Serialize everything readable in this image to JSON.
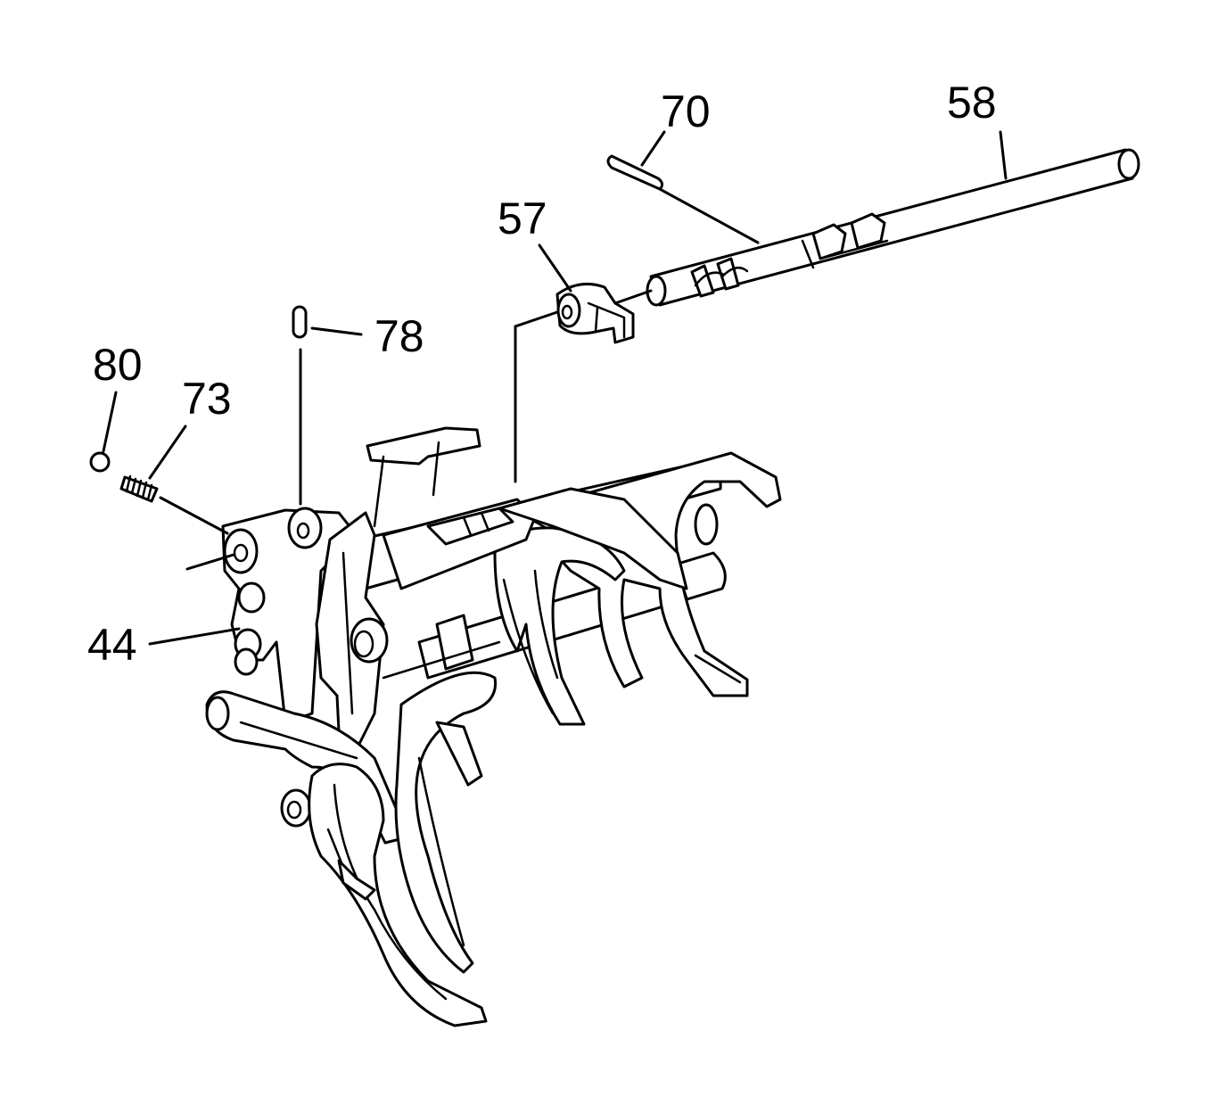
{
  "diagram": {
    "background": "#ffffff",
    "line_color": "#000000",
    "callouts": [
      {
        "id": "58",
        "label": "58"
      },
      {
        "id": "70",
        "label": "70"
      },
      {
        "id": "57",
        "label": "57"
      },
      {
        "id": "78",
        "label": "78"
      },
      {
        "id": "80",
        "label": "80"
      },
      {
        "id": "73",
        "label": "73"
      },
      {
        "id": "44",
        "label": "44"
      }
    ]
  }
}
